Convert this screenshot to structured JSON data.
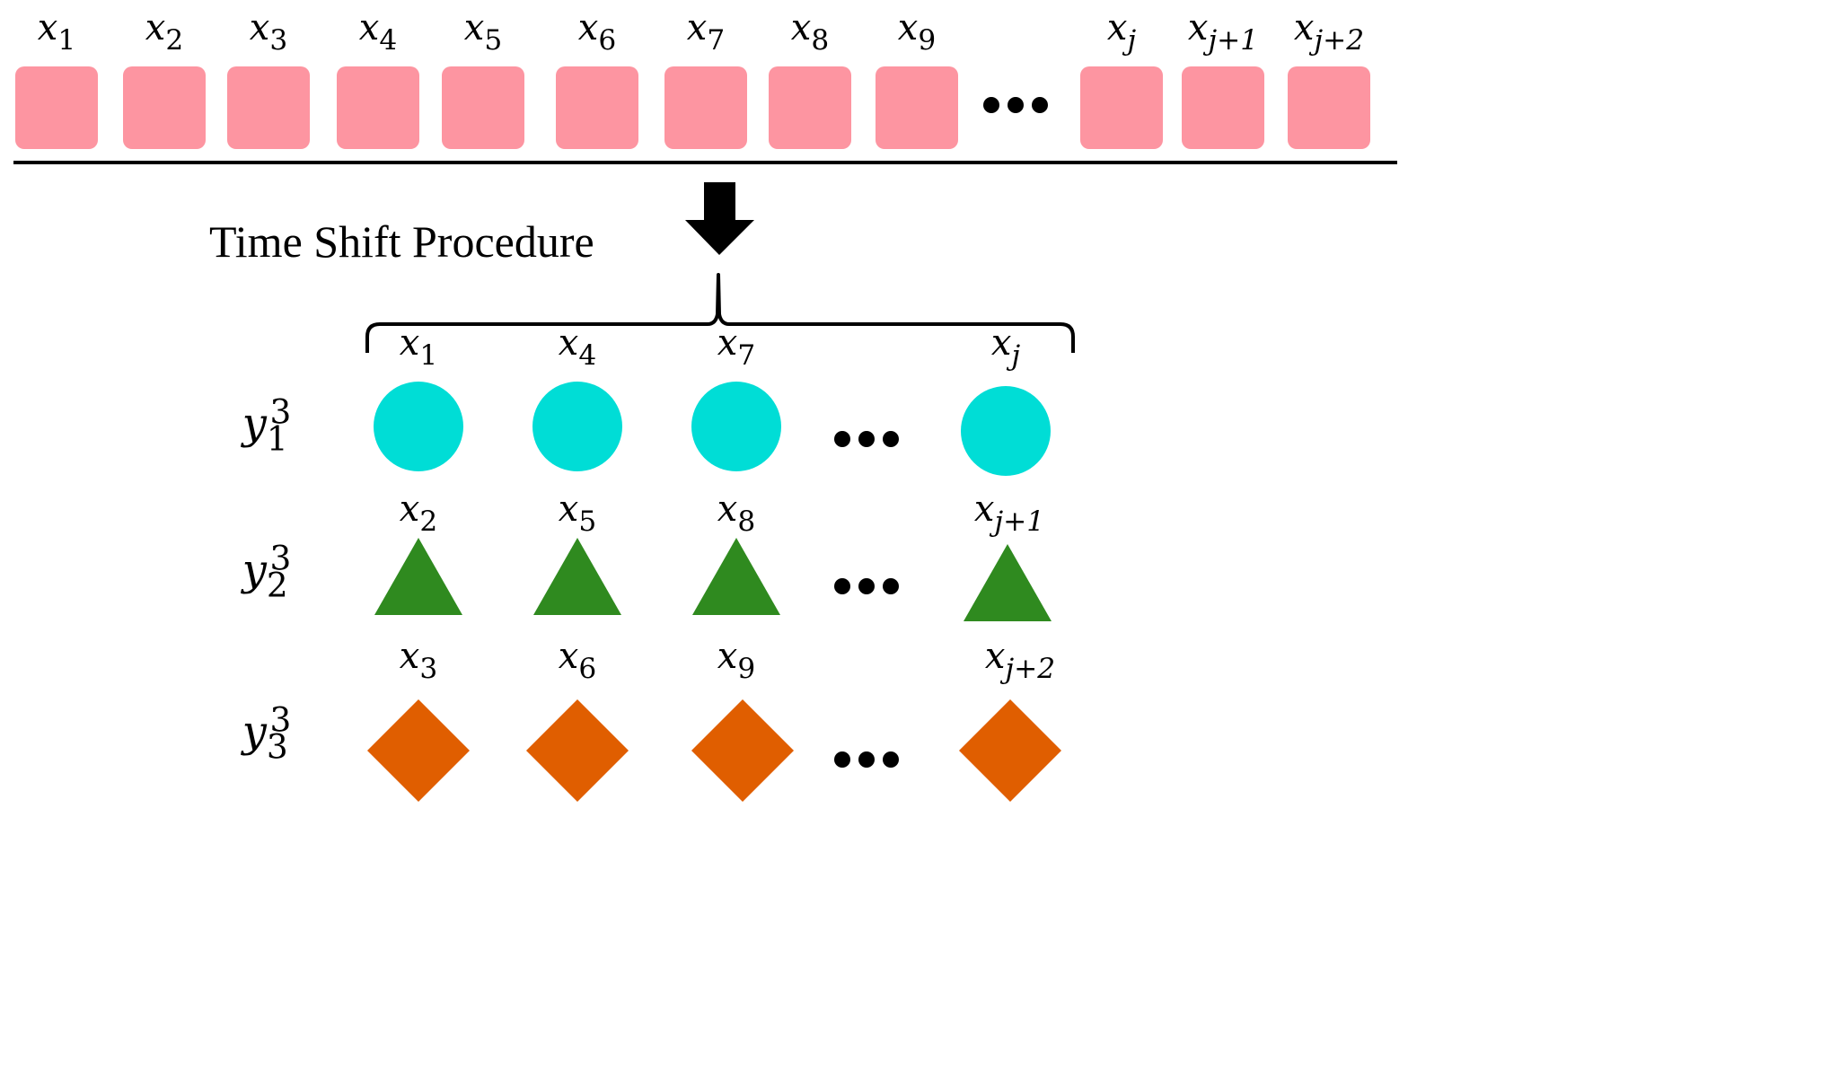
{
  "colors": {
    "block": "#fd95a1",
    "circle": "#00ddd6",
    "triangle": "#2f8a1f",
    "diamond": "#e05e00",
    "line": "#000000"
  },
  "sequence": {
    "variable": "x",
    "items": [
      {
        "sub": "1"
      },
      {
        "sub": "2"
      },
      {
        "sub": "3"
      },
      {
        "sub": "4"
      },
      {
        "sub": "5"
      },
      {
        "sub": "6"
      },
      {
        "sub": "7"
      },
      {
        "sub": "8"
      },
      {
        "sub": "9"
      },
      {
        "sub": "j"
      },
      {
        "sub": "j+1"
      },
      {
        "sub": "j+2"
      }
    ],
    "ellipsis": "…"
  },
  "procedure_label": "Time Shift Procedure",
  "rows": [
    {
      "label_var": "y",
      "label_sub": "1",
      "label_sup": "3",
      "shape": "circle",
      "shape_icon": "circle-icon",
      "items": [
        {
          "sub": "1"
        },
        {
          "sub": "4"
        },
        {
          "sub": "7"
        },
        {
          "sub": "j"
        }
      ]
    },
    {
      "label_var": "y",
      "label_sub": "2",
      "label_sup": "3",
      "shape": "triangle",
      "shape_icon": "triangle-icon",
      "items": [
        {
          "sub": "2"
        },
        {
          "sub": "5"
        },
        {
          "sub": "8"
        },
        {
          "sub": "j+1"
        }
      ]
    },
    {
      "label_var": "y",
      "label_sub": "3",
      "label_sup": "3",
      "shape": "diamond",
      "shape_icon": "diamond-icon",
      "items": [
        {
          "sub": "3"
        },
        {
          "sub": "6"
        },
        {
          "sub": "9"
        },
        {
          "sub": "j+2"
        }
      ]
    }
  ]
}
